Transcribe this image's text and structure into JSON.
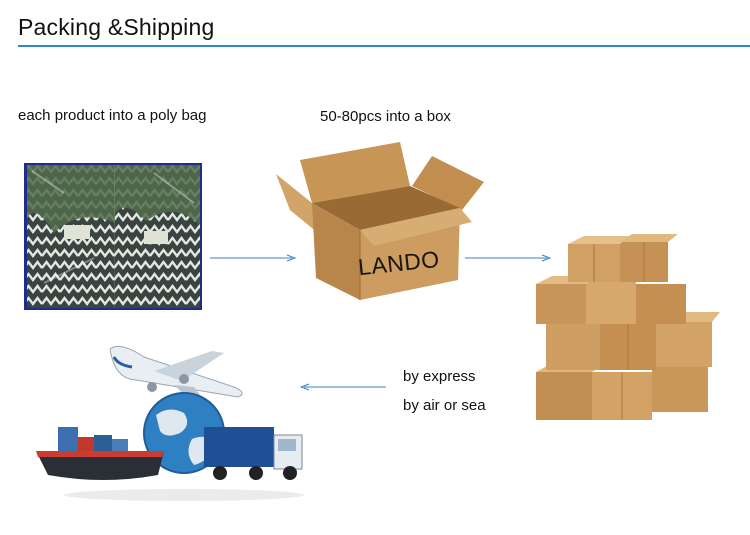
{
  "header": {
    "title": "Packing &Shipping"
  },
  "steps": {
    "poly_bag": "each product into a poly bag",
    "box": "50-80pcs into a box",
    "box_brand": "LANDO",
    "express": "by express",
    "air_sea": "by air or sea"
  },
  "colors": {
    "accent_rule": "#2f86c9",
    "arrow": "#3a7fc4",
    "cardboard": "#c99a5e"
  },
  "images": {
    "poly_bags": "poly-bag-products-photo",
    "open_box": "open-cardboard-box-photo",
    "box_stack": "stacked-boxes-photo",
    "transport": "plane-ship-truck-globe-photo"
  }
}
